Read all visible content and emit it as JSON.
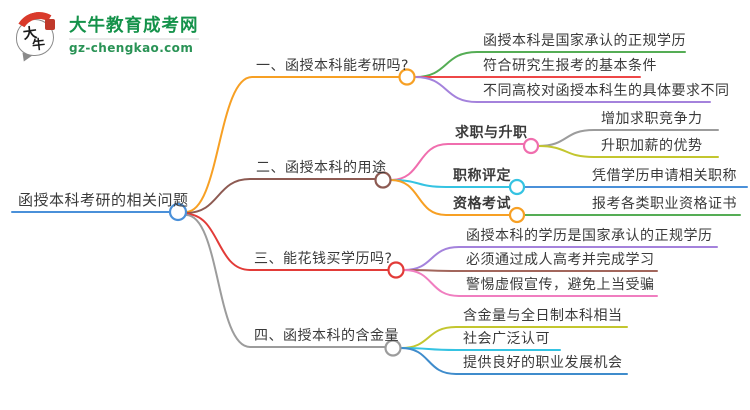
{
  "logo": {
    "title": "大牛教育成考网",
    "subtitle": "gz-chengkao.com",
    "icon_text_top": "大",
    "icon_text_bottom": "牛",
    "brand_color": "#14924a"
  },
  "mindmap": {
    "root": {
      "label": "函授本科考研的相关问题",
      "color": "#4a90d9"
    },
    "branches": [
      {
        "label": "一、函授本科能考研吗?",
        "color": "#f7a024",
        "children": [
          {
            "label": "函授本科是国家承认的正规学历",
            "color": "#55ad55"
          },
          {
            "label": "符合研究生报考的基本条件",
            "color": "#ee4747"
          },
          {
            "label": "不同高校对函授本科生的具体要求不同",
            "color": "#a482dc"
          }
        ]
      },
      {
        "label": "二、函授本科的用途",
        "color": "#8d5a52",
        "children": [
          {
            "label": "求职与升职",
            "color": "#f06eae",
            "bold": true,
            "children": [
              {
                "label": "增加求职竞争力",
                "color": "#9c9c9c"
              },
              {
                "label": "升职加薪的优势",
                "color": "#c3c62f"
              }
            ]
          },
          {
            "label": "职称评定",
            "color": "#35c3e2",
            "bold": true,
            "children": [
              {
                "label": "凭借学历申请相关职称",
                "color": "#4a90d9"
              }
            ]
          },
          {
            "label": "资格考试",
            "color": "#f7a024",
            "bold": true,
            "children": [
              {
                "label": "报考各类职业资格证书",
                "color": "#55ad55"
              }
            ]
          }
        ]
      },
      {
        "label": "三、能花钱买学历吗?",
        "color": "#e23b38",
        "children": [
          {
            "label": "函授本科的学历是国家承认的正规学历",
            "color": "#a482dc"
          },
          {
            "label": "必须通过成人高考并完成学习",
            "color": "#a2665c"
          },
          {
            "label": "警惕虚假宣传，避免上当受骗",
            "color": "#f07ec0"
          }
        ]
      },
      {
        "label": "四、函授本科的含金量",
        "color": "#9c9c9c",
        "children": [
          {
            "label": "含金量与全日制本科相当",
            "color": "#c3c62f"
          },
          {
            "label": "社会广泛认可",
            "color": "#35c3e2"
          },
          {
            "label": "提供良好的职业发展机会",
            "color": "#3f8ccc"
          }
        ]
      }
    ]
  }
}
